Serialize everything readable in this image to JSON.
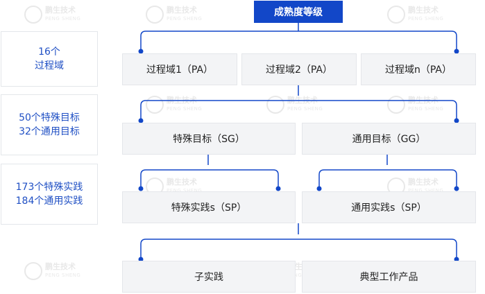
{
  "watermark": {
    "cn": "鹏生技术",
    "en": "PENG SHENG"
  },
  "side": {
    "pa": [
      "16个",
      "过程域"
    ],
    "goals": [
      "50个特殊目标",
      "32个通用目标"
    ],
    "practices": [
      "173个特殊实践",
      "184个通用实践"
    ]
  },
  "top": "成熟度等级",
  "process_areas": [
    "过程域1（PA）",
    "过程域2（PA）",
    "过程域n（PA）"
  ],
  "goals": {
    "specific": "特殊目标（SG）",
    "generic": "通用目标（GG）"
  },
  "practices": {
    "specific": "特殊实践s（SP）",
    "generic": "通用实践s（SP）"
  },
  "bottom": {
    "subpractice": "子实践",
    "work_product": "典型工作产品"
  },
  "colors": {
    "accent": "#1247c8",
    "box_bg": "#f3f4f6",
    "line": "#1247c8"
  }
}
